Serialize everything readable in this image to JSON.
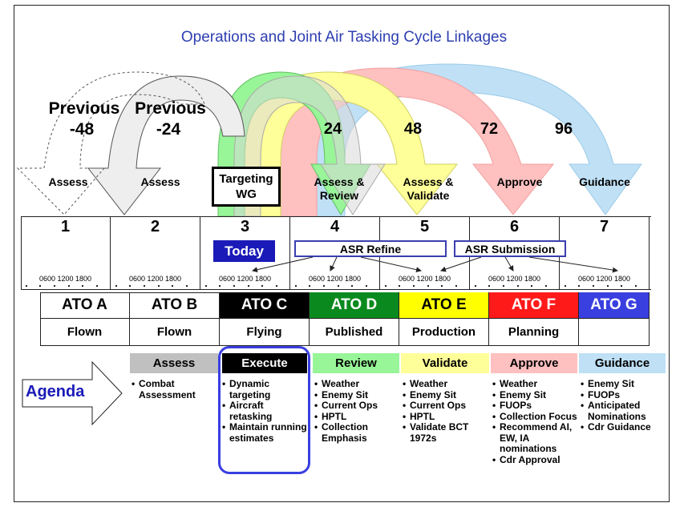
{
  "title": "Operations and Joint Air Tasking Cycle Linkages",
  "arrow_labels": {
    "prev48_top": "Previous",
    "prev48_val": "-48",
    "prev24_top": "Previous",
    "prev24_val": "-24",
    "h24": "24",
    "h48": "48",
    "h72": "72",
    "h96": "96",
    "assess1": "Assess",
    "assess2": "Assess",
    "targeting_wg_l1": "Targeting",
    "targeting_wg_l2": "WG",
    "assess_review_l1": "Assess &",
    "assess_review_l2": "Review",
    "assess_validate_l1": "Assess &",
    "assess_validate_l2": "Validate",
    "approve": "Approve",
    "guidance": "Guidance"
  },
  "days": [
    "1",
    "2",
    "3",
    "4",
    "5",
    "6",
    "7"
  ],
  "time_ticks": "0600  1200  1800",
  "today_label": "Today",
  "asr_refine": "ASR Refine",
  "asr_submission": "ASR Submission",
  "ato": [
    {
      "label": "ATO A",
      "status": "Flown",
      "bg": "#ffffff",
      "fg": "#000000"
    },
    {
      "label": "ATO B",
      "status": "Flown",
      "bg": "#ffffff",
      "fg": "#000000"
    },
    {
      "label": "ATO C",
      "status": "Flying",
      "bg": "#000000",
      "fg": "#ffffff"
    },
    {
      "label": "ATO D",
      "status": "Published",
      "bg": "#0a8a1e",
      "fg": "#ffffff"
    },
    {
      "label": "ATO E",
      "status": "Production",
      "bg": "#ffff00",
      "fg": "#000000"
    },
    {
      "label": "ATO F",
      "status": "Planning",
      "bg": "#ff1a1a",
      "fg": "#ffffff"
    },
    {
      "label": "ATO G",
      "status": "",
      "bg": "#3a3fe0",
      "fg": "#ffffff"
    }
  ],
  "agenda_label": "Agenda",
  "agenda": [
    {
      "header": "Assess",
      "bg": "#c0c0c0",
      "fg": "#000000",
      "items": [
        "Combat Assessment"
      ]
    },
    {
      "header": "Execute",
      "bg": "#000000",
      "fg": "#ffffff",
      "items": [
        "Dynamic targeting",
        "Aircraft retasking",
        "Maintain running estimates"
      ]
    },
    {
      "header": "Review",
      "bg": "#98f598",
      "fg": "#000000",
      "items": [
        "Weather",
        "Enemy Sit",
        "Current Ops",
        "HPTL",
        "Collection Emphasis"
      ]
    },
    {
      "header": "Validate",
      "bg": "#ffff99",
      "fg": "#000000",
      "items": [
        "Weather",
        "Enemy Sit",
        "Current Ops",
        "HPTL",
        "Validate BCT 1972s"
      ]
    },
    {
      "header": "Approve",
      "bg": "#ffc0c0",
      "fg": "#000000",
      "items": [
        "Weather",
        "Enemy Sit",
        "FUOPs",
        "Collection Focus",
        "Recommend AI, EW, IA nominations",
        "Cdr Approval"
      ]
    },
    {
      "header": "Guidance",
      "bg": "#bfe0f5",
      "fg": "#000000",
      "items": [
        "Enemy Sit",
        "FUOPs",
        "Anticipated Nominations",
        "Cdr Guidance"
      ]
    }
  ],
  "colors": {
    "title": "#2e3fb0",
    "today": "#1a1ab8",
    "agenda_text": "#1a1ab8",
    "execute_outline": "#3a3fe0",
    "arrow_blue": "#bfe0f5",
    "arrow_pink": "#ffc0c0",
    "arrow_yellow": "#ffff99",
    "arrow_green": "#98f598",
    "arrow_gray": "#e8e8e8"
  }
}
